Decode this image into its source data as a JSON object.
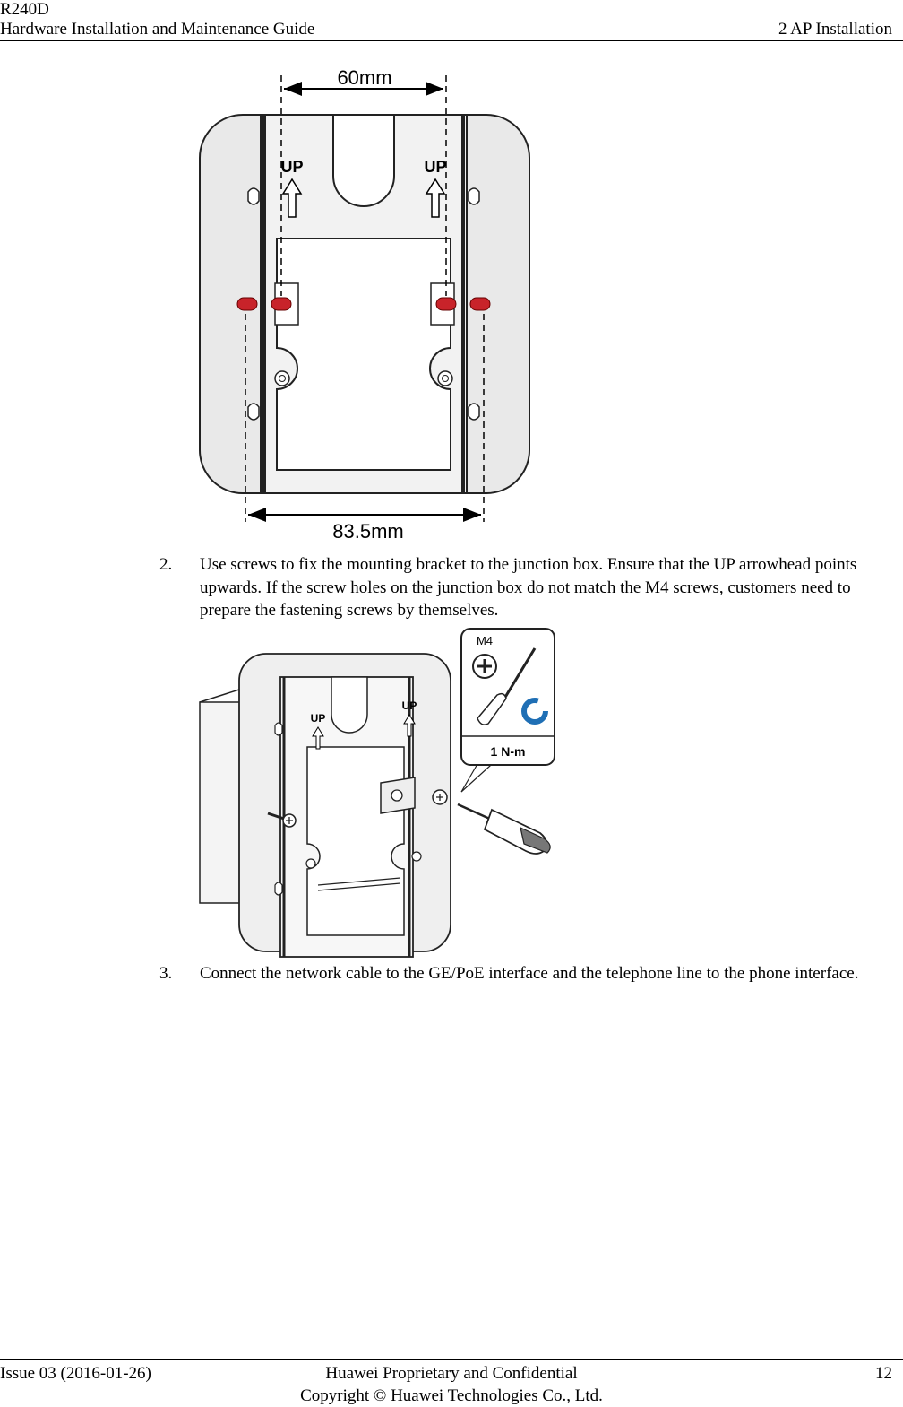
{
  "header": {
    "product": "R240D",
    "guide_title": "Hardware Installation and Maintenance Guide",
    "chapter": "2 AP Installation"
  },
  "figure1": {
    "dim_top": "60mm",
    "dim_bottom": "83.5mm",
    "up_label": "UP",
    "accent_color": "#c8232a"
  },
  "steps": [
    {
      "number": "2.",
      "text": "Use screws to fix the mounting bracket to the junction box. Ensure that the UP arrowhead points upwards. If the screw holes on the junction box do not match the M4 screws, customers need to prepare the fastening screws by themselves."
    },
    {
      "number": "3.",
      "text": "Connect the network cable to the GE/PoE interface and the telephone line to the phone interface."
    }
  ],
  "figure2": {
    "screw_label": "M4",
    "torque_label": "1 N-m",
    "up_label": "UP",
    "arrow_color": "#1f6fb5"
  },
  "footer": {
    "issue": "Issue 03 (2016-01-26)",
    "confidential": "Huawei Proprietary and Confidential",
    "copyright": "Copyright © Huawei Technologies Co., Ltd.",
    "page": "12"
  }
}
